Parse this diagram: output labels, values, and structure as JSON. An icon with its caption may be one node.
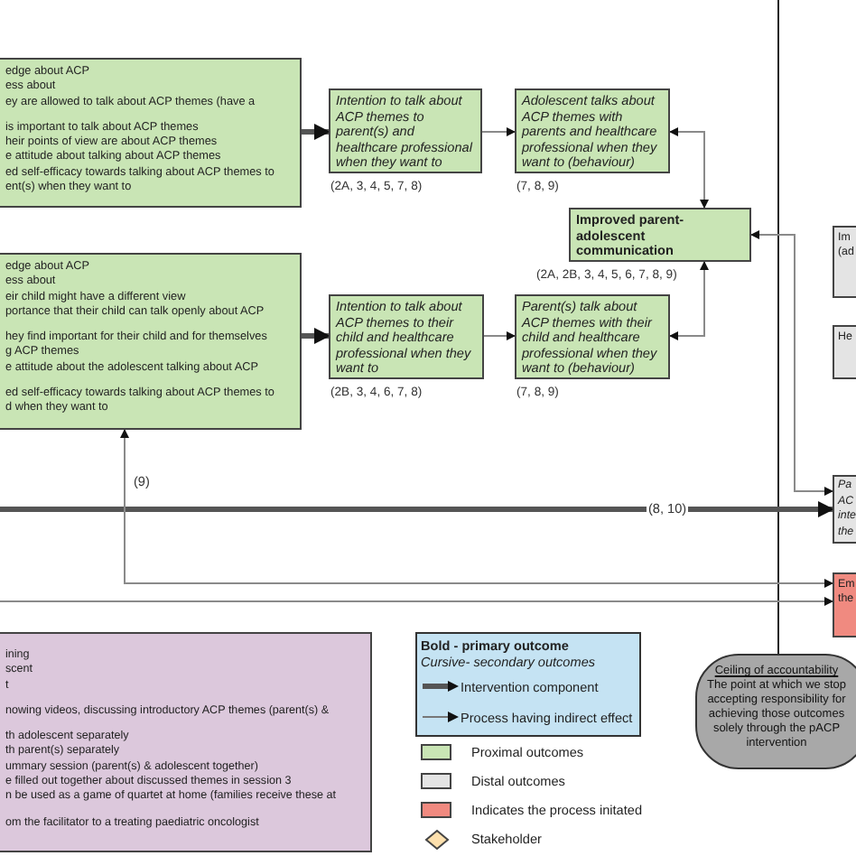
{
  "diagram": {
    "nodes": [
      {
        "text": [
          "edge about ACP",
          "ess about",
          "ey are allowed to talk about ACP themes (have a",
          "is important to talk about ACP themes",
          "heir points of view are about ACP themes",
          "e attitude about talking about ACP themes",
          "ed self-efficacy towards talking about ACP themes to",
          "ent(s) when they want to"
        ]
      },
      {
        "text": [
          "Intention to talk about ACP themes to parent(s) and healthcare professional when they want to"
        ],
        "beside": [
          "(2A, 3, 4, 5, 7, 8)"
        ]
      },
      {
        "text": [
          "Adolescent talks about ACP themes with parents and healthcare professional when they want to (behaviour)"
        ],
        "beside": [
          "(7, 8, 9)"
        ]
      },
      {
        "text": [
          "Improved parent-adolescent communication"
        ],
        "beside": [
          "(2A, 2B, 3, 4, 5, 6, 7, 8, 9)"
        ]
      },
      {
        "text": [
          "edge about ACP",
          "ess about",
          "eir child might have a different view",
          "portance that their child can talk openly about ACP",
          "hey find important for their child and for themselves",
          "g ACP themes",
          "e attitude about the adolescent talking about ACP",
          "ed self-efficacy towards talking about ACP themes to",
          "d when they want to"
        ]
      },
      {
        "text": [
          "Intention to talk about ACP themes to their child and healthcare professional when they want to"
        ],
        "beside": [
          "(2B, 3, 4, 6, 7, 8)"
        ]
      },
      {
        "text": [
          "Parent(s) talk about ACP themes with their child and healthcare professional when they want to (behaviour)"
        ],
        "beside": [
          "(7, 8, 9)"
        ]
      },
      {
        "text": [
          "Im",
          "(ad"
        ]
      },
      {
        "text": [
          "He"
        ]
      },
      {
        "text": [
          "Pa",
          "AC",
          "inte",
          "the"
        ]
      },
      {
        "text": [
          "Em",
          "the"
        ]
      },
      {
        "text": [
          "Ceiling of accountability",
          "The point at which we stop accepting responsibility for achieving those outcomes solely through the pACP intervention"
        ]
      },
      {
        "text": [
          "ining",
          "scent",
          "t",
          "nowing videos, discussing introductory ACP themes (parent(s) &",
          "th adolescent separately",
          "th parent(s) separately",
          "ummary session (parent(s) & adolescent together)",
          "e filled out together about discussed themes in session 3",
          "n be used as a game of quartet at home (families receive these at",
          "om the facilitator to a treating paediatric oncologist"
        ]
      }
    ],
    "edges": [
      {
        "from": 0,
        "to": 1,
        "arrow": "to",
        "style": "thick"
      },
      {
        "from": 1,
        "to": 2,
        "arrow": "to"
      },
      {
        "from": 3,
        "to": 2,
        "arrow": "both"
      },
      {
        "from": 4,
        "to": 5,
        "arrow": "to",
        "style": "thick"
      },
      {
        "from": 5,
        "to": 6,
        "arrow": "to"
      },
      {
        "from": 3,
        "to": 6,
        "arrow": "both"
      },
      {
        "from": 3,
        "to": 9,
        "arrow": "both"
      },
      {
        "from": null,
        "to": 9,
        "arrow": "to",
        "style": "thick",
        "label": "(8, 10)"
      },
      {
        "from": 4,
        "to": 10,
        "arrow": "both",
        "label": "(9)"
      },
      {
        "from": null,
        "to": 10,
        "arrow": "to"
      }
    ],
    "labels": [
      "Bold - primary outcome",
      "Cursive- secondary outcomes"
    ],
    "legend": [
      {
        "text": "Intervention component"
      },
      {
        "text": "Process having indirect effect"
      },
      {
        "text": "Proximal outcomes",
        "color": "#c9e5b5"
      },
      {
        "text": "Distal outcomes",
        "color": "#e4e4e4"
      },
      {
        "text": "Indicates the process initated",
        "color": "#f08a80"
      },
      {
        "text": "Stakeholder"
      }
    ]
  }
}
